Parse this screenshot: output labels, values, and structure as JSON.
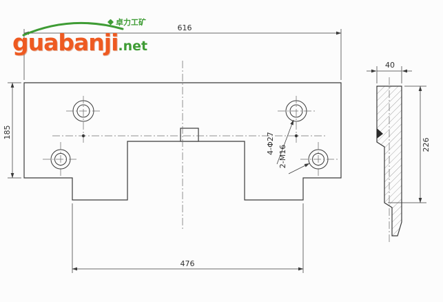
{
  "watermark": {
    "brand": "guabanji",
    "tld": ".net",
    "tagline": "卓力工矿"
  },
  "front_view": {
    "dim_top_width": "616",
    "dim_left_height": "185",
    "dim_bottom_width": "476",
    "callout_holes": "4-Φ27",
    "callout_threads": "2-M16"
  },
  "side_view": {
    "dim_top_width": "40",
    "dim_right_height": "226"
  },
  "colors": {
    "line": "#3a3a3a",
    "centerline": "#6b6b6b",
    "logo_orange": "#ee5a21",
    "logo_green": "#3f9c35",
    "background": "#fcfcfc"
  }
}
